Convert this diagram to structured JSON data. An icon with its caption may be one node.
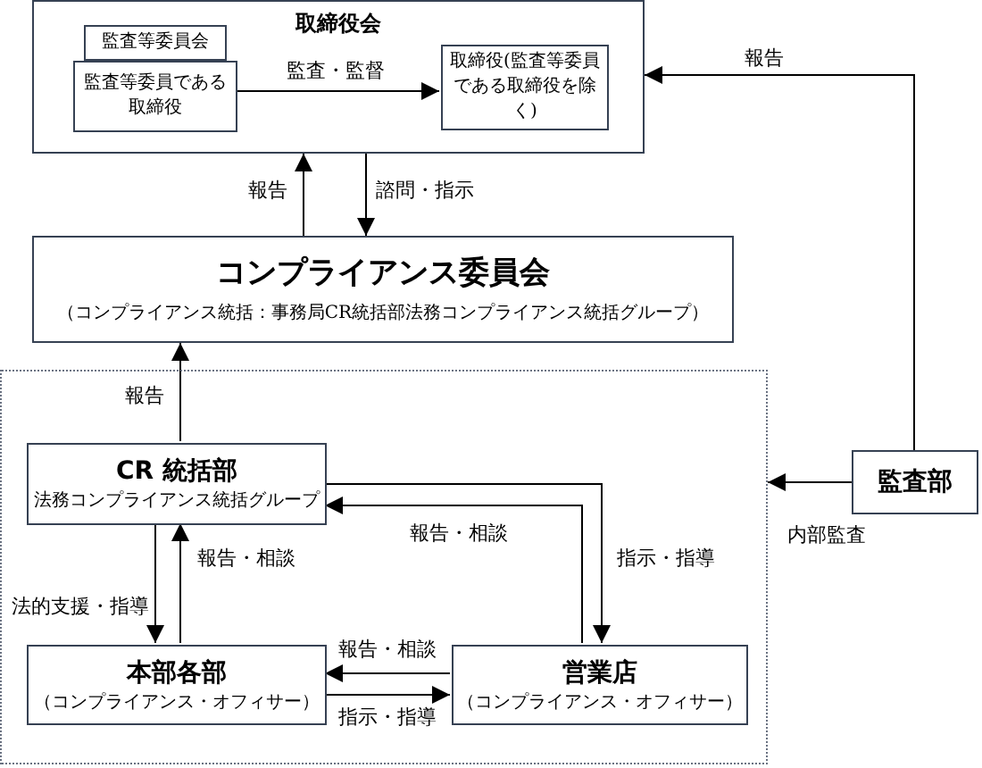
{
  "diagram": {
    "nodes": [
      {
        "text": [
          "取締役会"
        ]
      },
      {
        "text": [
          "監査等委員である取締役"
        ],
        "in": 0
      },
      {
        "text": [
          "監査等委員会"
        ],
        "in": 0
      },
      {
        "text": [
          "取締役(監査等委員である取締役を除く)"
        ],
        "in": 0
      },
      {
        "text": [
          "コンプライアンス委員会",
          "（コンプライアンス統括：事務局CR統括部法務コンプライアンス統括グループ）"
        ]
      },
      {
        "text": [],
        "shape": "box"
      },
      {
        "text": [
          "CR 統括部",
          "法務コンプライアンス統括グループ"
        ],
        "in": 5
      },
      {
        "text": [
          "本部各部",
          "（コンプライアンス・オフィサー）"
        ],
        "in": 5
      },
      {
        "text": [
          "営業店",
          "（コンプライアンス・オフィサー）"
        ],
        "in": 5
      },
      {
        "text": [
          "監査部"
        ]
      }
    ],
    "edges": [
      {
        "from": 1,
        "to": 3,
        "arrow": "to",
        "label": "監査・監督"
      },
      {
        "from": 4,
        "to": 0,
        "arrow": "to",
        "label": "報告"
      },
      {
        "from": 0,
        "to": 4,
        "arrow": "to",
        "label": "諮問・指示"
      },
      {
        "from": 9,
        "to": 0,
        "arrow": "to",
        "label": "報告"
      },
      {
        "from": 9,
        "to": 5,
        "arrow": "to",
        "label": "内部監査"
      },
      {
        "from": 6,
        "to": 4,
        "arrow": "to",
        "label": "報告"
      },
      {
        "from": 6,
        "to": 7,
        "arrow": "to",
        "label": "法的支援・指導"
      },
      {
        "from": 7,
        "to": 6,
        "arrow": "to",
        "label": "報告・相談"
      },
      {
        "from": 6,
        "to": 8,
        "arrow": "to",
        "label": "指示・指導"
      },
      {
        "from": 8,
        "to": 6,
        "arrow": "to",
        "label": "報告・相談"
      },
      {
        "from": 8,
        "to": 7,
        "arrow": "to",
        "label": "報告・相談"
      },
      {
        "from": 7,
        "to": 8,
        "arrow": "to",
        "label": "指示・指導"
      }
    ]
  }
}
